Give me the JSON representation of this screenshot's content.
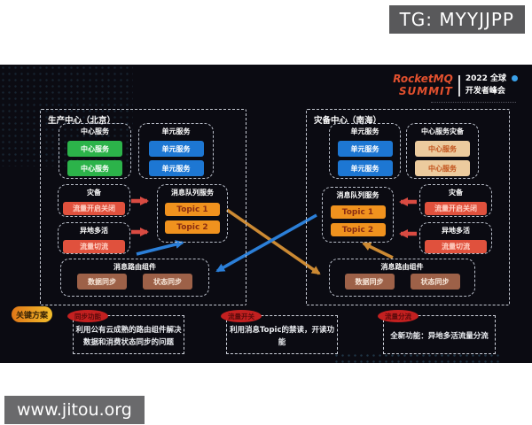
{
  "overlay": {
    "tg_badge": "TG: MYYJJPP",
    "watermark": "www.jitou.org"
  },
  "logo": {
    "brand_line1": "RocketMQ",
    "brand_line2": "SUMMIT",
    "event_line1": "2022 全球",
    "event_line2": "开发者峰会"
  },
  "left_panel": {
    "title": "生产中心（北京）",
    "center_group": {
      "title": "中心服务",
      "items": [
        "中心服务",
        "中心服务"
      ]
    },
    "unit_group": {
      "title": "单元服务",
      "items": [
        "单元服务",
        "单元服务"
      ]
    },
    "dr_group": {
      "title": "灾备",
      "button": "流量开启关闭"
    },
    "multi_active_group": {
      "title": "异地多活",
      "button": "流量切流"
    },
    "mq_group": {
      "title": "消息队列服务",
      "topics": [
        "Topic 1",
        "Topic 2"
      ]
    },
    "router_group": {
      "title": "消息路由组件",
      "items": [
        "数据同步",
        "状态同步"
      ]
    }
  },
  "right_panel": {
    "title": "灾备中心（南海）",
    "unit_group": {
      "title": "单元服务",
      "items": [
        "单元服务",
        "单元服务"
      ]
    },
    "center_dr_group": {
      "title": "中心服务灾备",
      "items": [
        "中心服务",
        "中心服务"
      ]
    },
    "mq_group": {
      "title": "消息队列服务",
      "topics": [
        "Topic 1",
        "Topic 2"
      ]
    },
    "dr_group": {
      "title": "灾备",
      "button": "流量开启关闭"
    },
    "multi_active_group": {
      "title": "异地多活",
      "button": "流量切流"
    },
    "router_group": {
      "title": "消息路由组件",
      "items": [
        "数据同步",
        "状态同步"
      ]
    }
  },
  "footer": {
    "key_label": "关键方案",
    "notes": [
      {
        "badge": "同步功能",
        "line1": "利用公有云成熟的路由组件解决",
        "line2": "数据和消费状态同步的问题"
      },
      {
        "badge": "流量开关",
        "line1": "利用消息Topic的禁读，开读功能",
        "line2": ""
      },
      {
        "badge": "流量分流",
        "line1": "全新功能：异地多活流量分流",
        "line2": ""
      }
    ]
  },
  "colors": {
    "slide_bg": "#0b0b12",
    "green": "#2cb34a",
    "blue": "#1d77d3",
    "orange": "#f0921e",
    "red_button": "#e0513d",
    "brown": "#9d6148",
    "tan": "#eccb9e",
    "badge_red": "#c32020",
    "arrow_red": "#d94b42",
    "arrow_blue": "#2b7fd8",
    "arrow_orange": "#cc8a33",
    "pill_gradient_start": "#e07818",
    "pill_gradient_end": "#f2bd2b",
    "brand_orange": "#e2502e"
  }
}
